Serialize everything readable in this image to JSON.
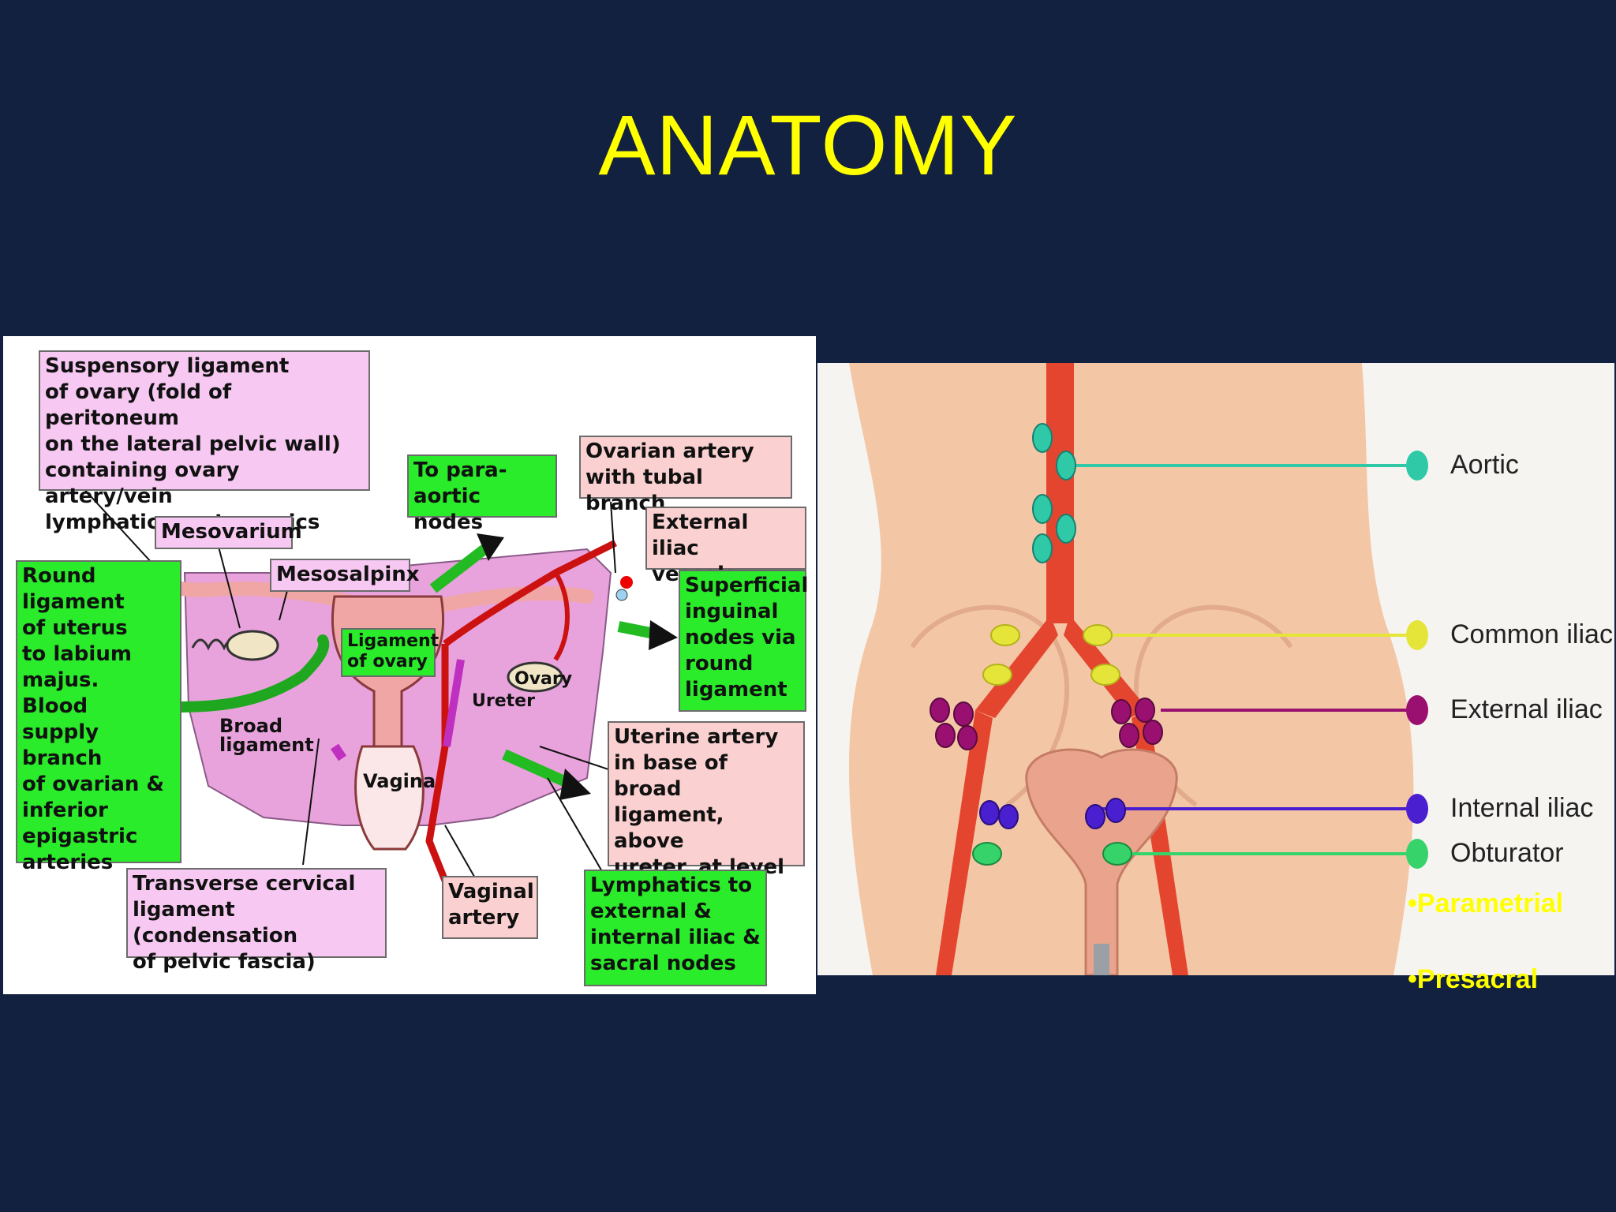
{
  "slide": {
    "title": "ANATOMY"
  },
  "left_diagram": {
    "labels": {
      "suspensory": "Suspensory ligament\nof ovary (fold of peritoneum\non the lateral pelvic wall)\ncontaining ovary artery/vein\nlymphatics, autonomics",
      "para_aortic": "To para-\naortic nodes",
      "ovarian_artery": "Ovarian artery\nwith tubal branch",
      "external_iliac_vessels": "External iliac\nvessels",
      "mesovarium": "Mesovarium",
      "mesosalpinx": "Mesosalpinx",
      "round_ligament": "Round\nligament\nof uterus\nto labium\nmajus.\nBlood\nsupply branch\nof ovarian &\ninferior\nepigastric\narteries",
      "superficial_inguinal": "Superficial\ninguinal\nnodes via\nround\nligament",
      "ligament_of_ovary": "Ligament\nof ovary",
      "ovary": "Ovary",
      "ureter": "Ureter",
      "broad_ligament": "Broad\nligament",
      "vagina": "Vagina",
      "uterine_artery": "Uterine artery\nin base of broad\nligament, above\nureter, at level\nof os",
      "transverse_cervical": "Transverse cervical\nligament (condensation\nof pelvic fascia)",
      "vaginal_artery": "Vaginal\nartery",
      "lymphatics": "Lymphatics to\nexternal &\ninternal iliac &\nsacral nodes"
    },
    "colors": {
      "pink_box": "#f7c9f2",
      "rose_box": "#fad1d0",
      "green_box": "#2aec2a",
      "artery": "#cc1111",
      "tissue": "#e8a3dc"
    }
  },
  "right_diagram": {
    "node_groups": [
      {
        "label": "Aortic",
        "color": "#2fc9a8"
      },
      {
        "label": "Common iliac",
        "color": "#e5e539"
      },
      {
        "label": "External iliac",
        "color": "#9a1070"
      },
      {
        "label": "Internal iliac",
        "color": "#4a1fcf"
      },
      {
        "label": "Obturator",
        "color": "#35d36a"
      }
    ],
    "bullets": [
      "•Parametrial",
      "•Presacral"
    ],
    "colors": {
      "vessel": "#e4452f",
      "skin": "#f3c7a6"
    }
  }
}
